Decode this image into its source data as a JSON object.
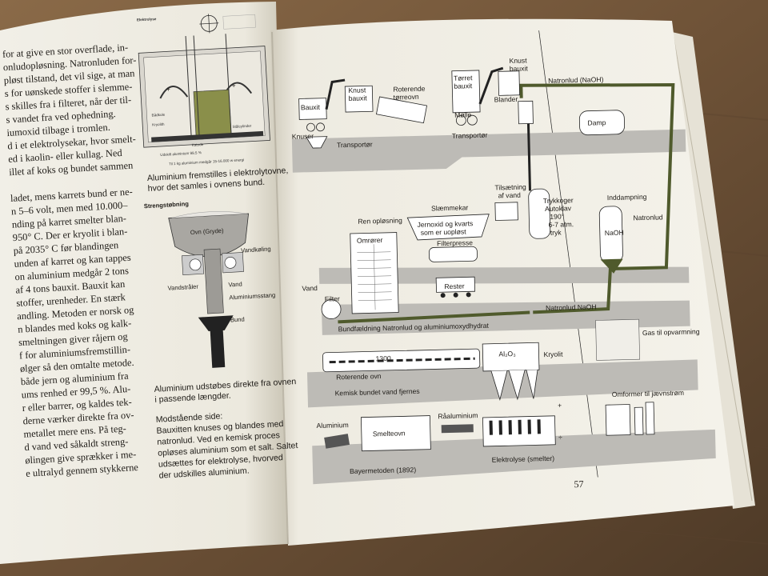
{
  "left_page": {
    "body_lines": [
      "for at give en stor overflade, in-",
      "onludopløsning. Natronluden for-",
      "pløst tilstand, det vil sige, at man",
      "s for uønskede stoffer i slemme-",
      "s skilles fra i filteret, når der til-",
      "s vandet fra ved ophedning.",
      "iumoxid tilbage i tromlen.",
      "d i et elektrolysekar, hvor smelt-",
      "ed i kaolin- eller kullag. Ned",
      "illet af koks og bundet sammen",
      "",
      "ladet, mens karrets bund er ne-",
      "n 5–6 volt, men med 10.000–",
      "nding på karret smelter blan-",
      "950° C. Der er kryolit i blan-",
      " på 2035° C før blandingen",
      "unden af karret og kan tappes",
      "on aluminium medgår 2 tons",
      "af 4 tons bauxit. Bauxit kan",
      "stoffer, urenheder. En stærk",
      "andling. Metoden er norsk og",
      "n blandes med koks og kalk-",
      "smeltningen giver råjern og",
      "f for aluminiumsfremstillin-",
      "ølger så den omtalte metode.",
      "både jern og aluminium fra",
      "ums renhed er 99,5 %. Alu-",
      "r eller barrer, og kaldes tek-",
      "derne værker direkte fra ov-",
      "metallet mere ens. På teg-",
      "d vand ved såkaldt streng-",
      "ølingen give sprækker i me-",
      "e ultralyd gennem stykkerne"
    ],
    "fig1": {
      "title": "Elektrolyse",
      "labels": [
        "Bådkule",
        "Kryolith",
        "Stålcylinder",
        "Katode",
        "Udskilt aluminium 99,5 %"
      ],
      "bottom_note": "Til 1 kg aluminium medgår 15-16.000 w energi",
      "caption": [
        "Aluminium fremstilles i elektrolytovne,",
        "hvor det samles i ovnens bund."
      ]
    },
    "fig2": {
      "title": "Strengstøbning",
      "labels": {
        "pot": "Ovn (Gryde)",
        "cooling": "Vandkøling",
        "jets": "Vandstråler",
        "water": "Vand",
        "bar": "Aluminiumsstang",
        "bottom": "Bund"
      },
      "caption": [
        "Aluminium udstøbes direkte fra ovnen",
        "i passende længder."
      ]
    },
    "facing": {
      "heading": "Modstående side:",
      "lines": [
        "Bauxitten knuses og blandes med",
        "natronlud. Ved en kemisk proces",
        "opløses aluminium som et salt. Saltet",
        "udsættes for elektrolyse, hvorved",
        "der udskilles aluminium."
      ]
    }
  },
  "right_page": {
    "page_number": "57",
    "diagram": {
      "bauxit": "Bauxit",
      "knuser": "Knuser",
      "transportor_1": "Transportør",
      "knust_bauxit_1": [
        "Knust",
        "bauxit"
      ],
      "roterende_torreovn": [
        "Roterende",
        "tørreovn"
      ],
      "torret_bauxit": [
        "Tørret",
        "bauxit"
      ],
      "molle": "Mølle",
      "transportor_2": "Transportør",
      "blander": "Blander",
      "knust_bauxit_2": [
        "Knust",
        "bauxit"
      ],
      "natronlud_top": "Natronlud (NaOH)",
      "damp": "Damp",
      "tilsaetning": [
        "Tilsætning",
        "af vand"
      ],
      "trykkoger": [
        "Trykkoger",
        "Autoklav",
        "190°",
        "6-7 atm.",
        "tryk"
      ],
      "inddampning": "Inddampning",
      "natronlud_side": "Natronlud",
      "naoh": "NaOH",
      "slammekar": "Slæmmekar",
      "ren_oplosning": "Ren opløsning",
      "jernoxid": [
        "Jernoxid og kvarts",
        "som er uopløst"
      ],
      "omrorer": "Omrører",
      "filterpresse": "Filterpresse",
      "rester": "Rester",
      "vand": "Vand",
      "filter": "Filter",
      "bundfaeldning": "Bundfældning Natronlud og aluminiumoxydhydrat",
      "natronlud_naoh_bottom": "Natronlud NaOH",
      "gas": "Gas til opvarmning",
      "ovn_1300": "1300",
      "roterende_ovn": "Roterende ovn",
      "al2o3": "Al₂O₃",
      "kryolit": "Kryolit",
      "kemisk": "Kemisk bundet vand fjernes",
      "omformer": "Omformer til jævnstrøm",
      "aluminium": "Aluminium",
      "smelteovn": "Smelteovn",
      "raaluminium": "Råaluminium",
      "plus": "+",
      "minus": "÷",
      "bayer": "Bayermetoden (1892)",
      "elektrolyse": "Elektrolyse (smelter)"
    }
  },
  "colors": {
    "wood": "#6b5038",
    "page": "#f3f0e6",
    "ink": "#1d1a16",
    "band": "#bdbbb6",
    "olive": "#4f5a2c"
  }
}
